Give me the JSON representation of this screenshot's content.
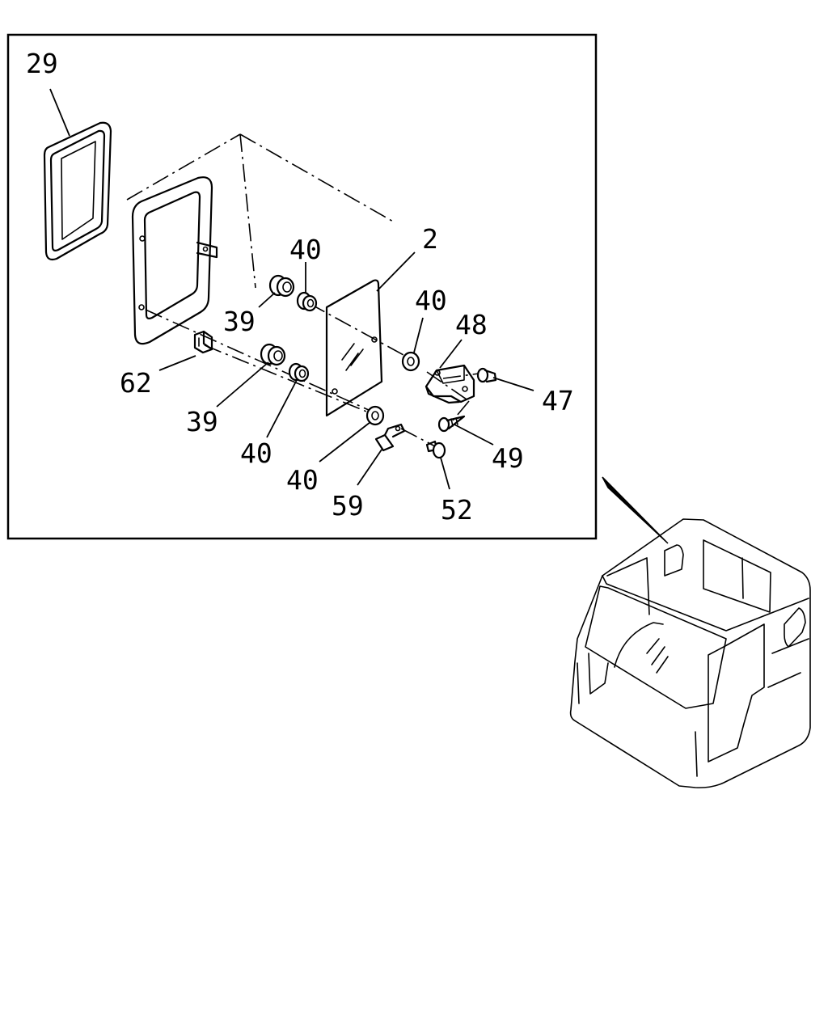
{
  "callouts": {
    "p29": "29",
    "p2": "2",
    "p40_top": "40",
    "p39_top": "39",
    "p40_right": "40",
    "p48": "48",
    "p47": "47",
    "p62": "62",
    "p39_bottom": "39",
    "p40_mid": "40",
    "p40_bottom": "40",
    "p49": "49",
    "p59": "59",
    "p52": "52"
  }
}
